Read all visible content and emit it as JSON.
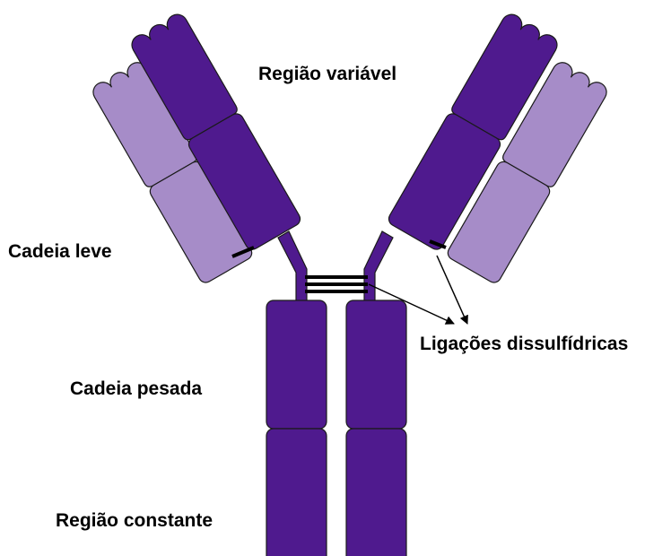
{
  "labels": {
    "variable_region": "Região variável",
    "light_chain": "Cadeia leve",
    "heavy_chain": "Cadeia pesada",
    "disulfide_bonds": "Ligações dissulfídricas",
    "constant_region": "Região constante"
  },
  "colors": {
    "heavy_chain": "#4f1a8e",
    "light_chain": "#a68cc8",
    "outline": "#1a1a1a",
    "bond": "#000000"
  }
}
